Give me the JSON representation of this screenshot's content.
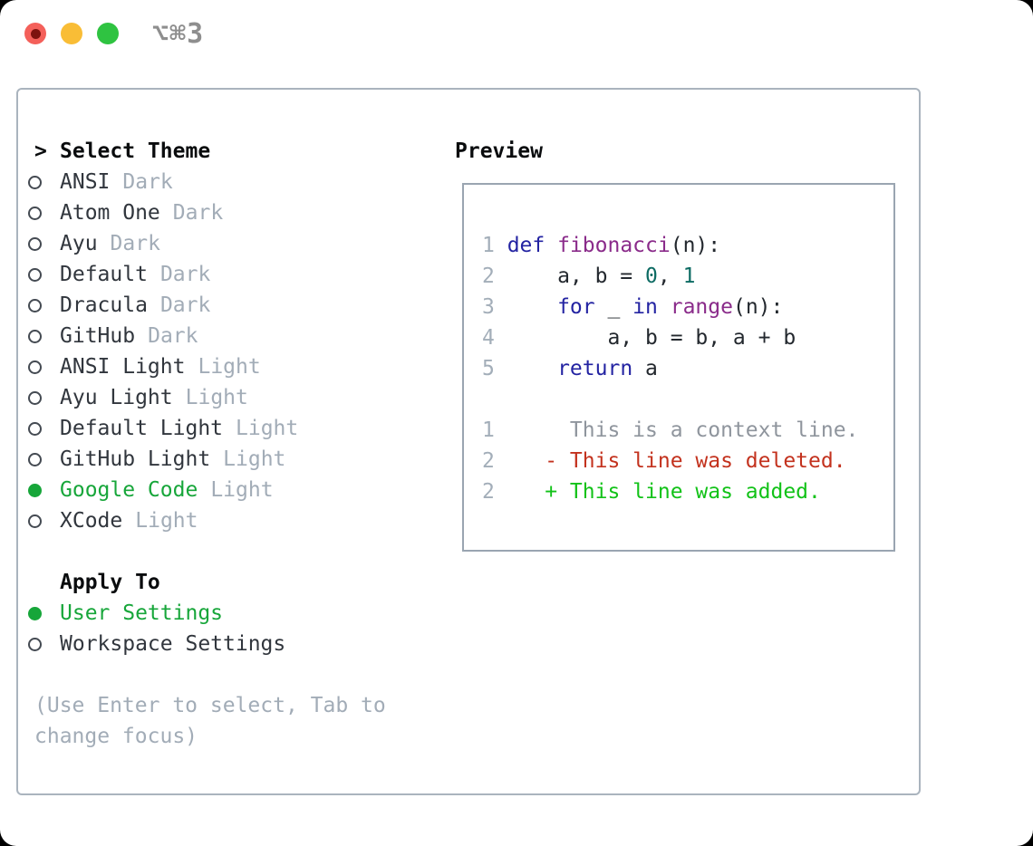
{
  "window": {
    "title": "⌥⌘3"
  },
  "colors": {
    "accent_green": "#17a63a",
    "diff_red": "#c3321e",
    "diff_green": "#12c218",
    "keyword_blue": "#2323a2",
    "type_purple": "#8a2b8a",
    "literal_teal": "#0d6b63",
    "context_gray": "#8f959d",
    "line_number_gray": "#a3aeb9",
    "muted_gray": "#a2acb7"
  },
  "theme_panel": {
    "header": {
      "marker": ">",
      "label": "Select Theme"
    },
    "themes": [
      {
        "name": "ANSI",
        "variant": "Dark",
        "selected": false
      },
      {
        "name": "Atom One",
        "variant": "Dark",
        "selected": false
      },
      {
        "name": "Ayu",
        "variant": "Dark",
        "selected": false
      },
      {
        "name": "Default",
        "variant": "Dark",
        "selected": false
      },
      {
        "name": "Dracula",
        "variant": "Dark",
        "selected": false
      },
      {
        "name": "GitHub",
        "variant": "Dark",
        "selected": false
      },
      {
        "name": "ANSI Light",
        "variant": "Light",
        "selected": false
      },
      {
        "name": "Ayu Light",
        "variant": "Light",
        "selected": false
      },
      {
        "name": "Default Light",
        "variant": "Light",
        "selected": false
      },
      {
        "name": "GitHub Light",
        "variant": "Light",
        "selected": false
      },
      {
        "name": "Google Code",
        "variant": "Light",
        "selected": true
      },
      {
        "name": "XCode",
        "variant": "Light",
        "selected": false
      }
    ],
    "apply_to": {
      "label": "Apply To",
      "options": [
        {
          "name": "User Settings",
          "selected": true
        },
        {
          "name": "Workspace Settings",
          "selected": false
        }
      ]
    },
    "help_lines": [
      "(Use Enter to select, Tab to",
      "change focus)"
    ]
  },
  "preview": {
    "label": "Preview",
    "lines": [
      {
        "num": "1",
        "tokens": [
          {
            "text": "def",
            "type": "kwd"
          },
          {
            "text": " ",
            "type": "pln"
          },
          {
            "text": "fibonacci",
            "type": "typ"
          },
          {
            "text": "(n):",
            "type": "pln"
          }
        ]
      },
      {
        "num": "2",
        "tokens": [
          {
            "text": "    a, b = ",
            "type": "pln"
          },
          {
            "text": "0",
            "type": "lit"
          },
          {
            "text": ", ",
            "type": "pln"
          },
          {
            "text": "1",
            "type": "lit"
          }
        ]
      },
      {
        "num": "3",
        "tokens": [
          {
            "text": "    ",
            "type": "pln"
          },
          {
            "text": "for",
            "type": "kwd"
          },
          {
            "text": " _ ",
            "type": "pln"
          },
          {
            "text": "in",
            "type": "kwd"
          },
          {
            "text": " ",
            "type": "pln"
          },
          {
            "text": "range",
            "type": "typ"
          },
          {
            "text": "(n):",
            "type": "pln"
          }
        ]
      },
      {
        "num": "4",
        "tokens": [
          {
            "text": "        a, b = b, a + b",
            "type": "pln"
          }
        ]
      },
      {
        "num": "5",
        "tokens": [
          {
            "text": "    ",
            "type": "pln"
          },
          {
            "text": "return",
            "type": "kwd"
          },
          {
            "text": " a",
            "type": "pln"
          }
        ]
      },
      {
        "num": "",
        "tokens": []
      },
      {
        "num": "1",
        "tokens": [
          {
            "text": "     This is a context line.",
            "type": "ctx"
          }
        ]
      },
      {
        "num": "2",
        "tokens": [
          {
            "text": "   - This line was deleted.",
            "type": "del"
          }
        ]
      },
      {
        "num": "2",
        "tokens": [
          {
            "text": "   + This line was added.",
            "type": "add"
          }
        ]
      }
    ]
  }
}
